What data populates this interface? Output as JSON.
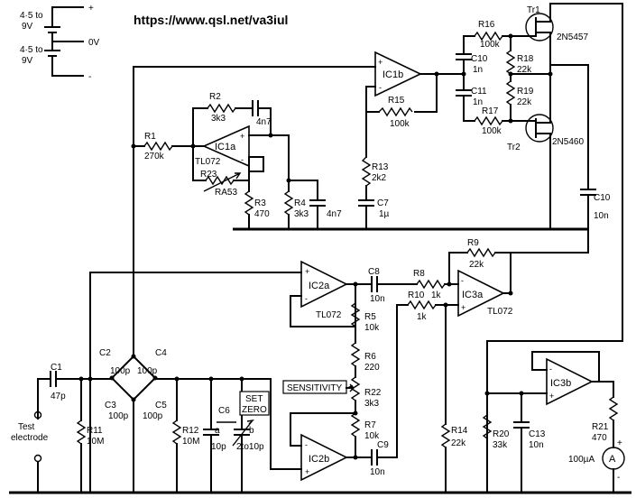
{
  "url": "https://www.qsl.net/va3iul",
  "supply": {
    "top_label_1": "4·5 to",
    "top_label_2": "9V",
    "bot_label_1": "4·5 to",
    "bot_label_2": "9V",
    "plus": "+",
    "zero": "0V",
    "minus": "-"
  },
  "opamps": {
    "ic1a": "IC1a",
    "ic1b": "IC1b",
    "ic2a": "IC2a",
    "ic2b": "IC2b",
    "ic3a": "IC3a",
    "ic3b": "IC3b",
    "tl072_1": "TL072",
    "tl072_2": "TL072",
    "tl072_3": "TL072",
    "plus": "+",
    "minus": "-"
  },
  "transistors": {
    "tr1": "Tr1",
    "tr1_type": "2N5457",
    "tr2": "Tr2",
    "tr2_type": "2N5460"
  },
  "components": {
    "r1": "R1",
    "r1v": "270k",
    "r2": "R2",
    "r2v": "3k3",
    "c_4n7a": "4n7",
    "r23": "R23",
    "ra53": "RA53",
    "r3": "R3",
    "r3v": "470",
    "r4": "R4",
    "r4v": "3k3",
    "c_4n7b": "4n7",
    "r13": "R13",
    "r13v": "2k2",
    "c7": "C7",
    "c7v": "1µ",
    "r15": "R15",
    "r15v": "100k",
    "r16": "R16",
    "r16v": "100k",
    "r17": "R17",
    "r17v": "100k",
    "r18": "R18",
    "r18v": "22k",
    "r19": "R19",
    "r19v": "22k",
    "c10a": "C10",
    "c10av": "1n",
    "c11": "C11",
    "c11v": "1n",
    "c10b": "C10",
    "c10bv": "10n",
    "c8": "C8",
    "c8v": "10n",
    "r8": "R8",
    "r8v": "1k",
    "r10": "R10",
    "r10v": "1k",
    "r9": "R9",
    "r9v": "22k",
    "r5": "R5",
    "r5v": "10k",
    "r6": "R6",
    "r6v": "220",
    "r22": "R22",
    "r22v": "3k3",
    "r7": "R7",
    "r7v": "10k",
    "c9": "C9",
    "c9v": "10n",
    "c1": "C1",
    "c1v": "47p",
    "r11": "R11",
    "r11v": "10M",
    "c2": "C2",
    "c2v": "100p",
    "c3": "C3",
    "c3v": "100p",
    "c4": "C4",
    "c4v": "100p",
    "c5": "C5",
    "c5v": "100p",
    "r12": "R12",
    "r12v": "10M",
    "c6": "C6",
    "c6a": "a",
    "c6av": "10p",
    "c6b": "b",
    "c6bv": "2to10p",
    "r14": "R14",
    "r14v": "22k",
    "r20": "R20",
    "r20v": "33k",
    "c13": "C13",
    "c13v": "10n",
    "r21": "R21",
    "r21v": "470",
    "meter": "A",
    "meter_v": "100µA",
    "meter_plus": "+",
    "meter_minus": "-"
  },
  "labels": {
    "sensitivity": "SENSITIVITY",
    "set": "SET",
    "zero": "ZERO",
    "test_1": "Test",
    "test_2": "electrode"
  }
}
